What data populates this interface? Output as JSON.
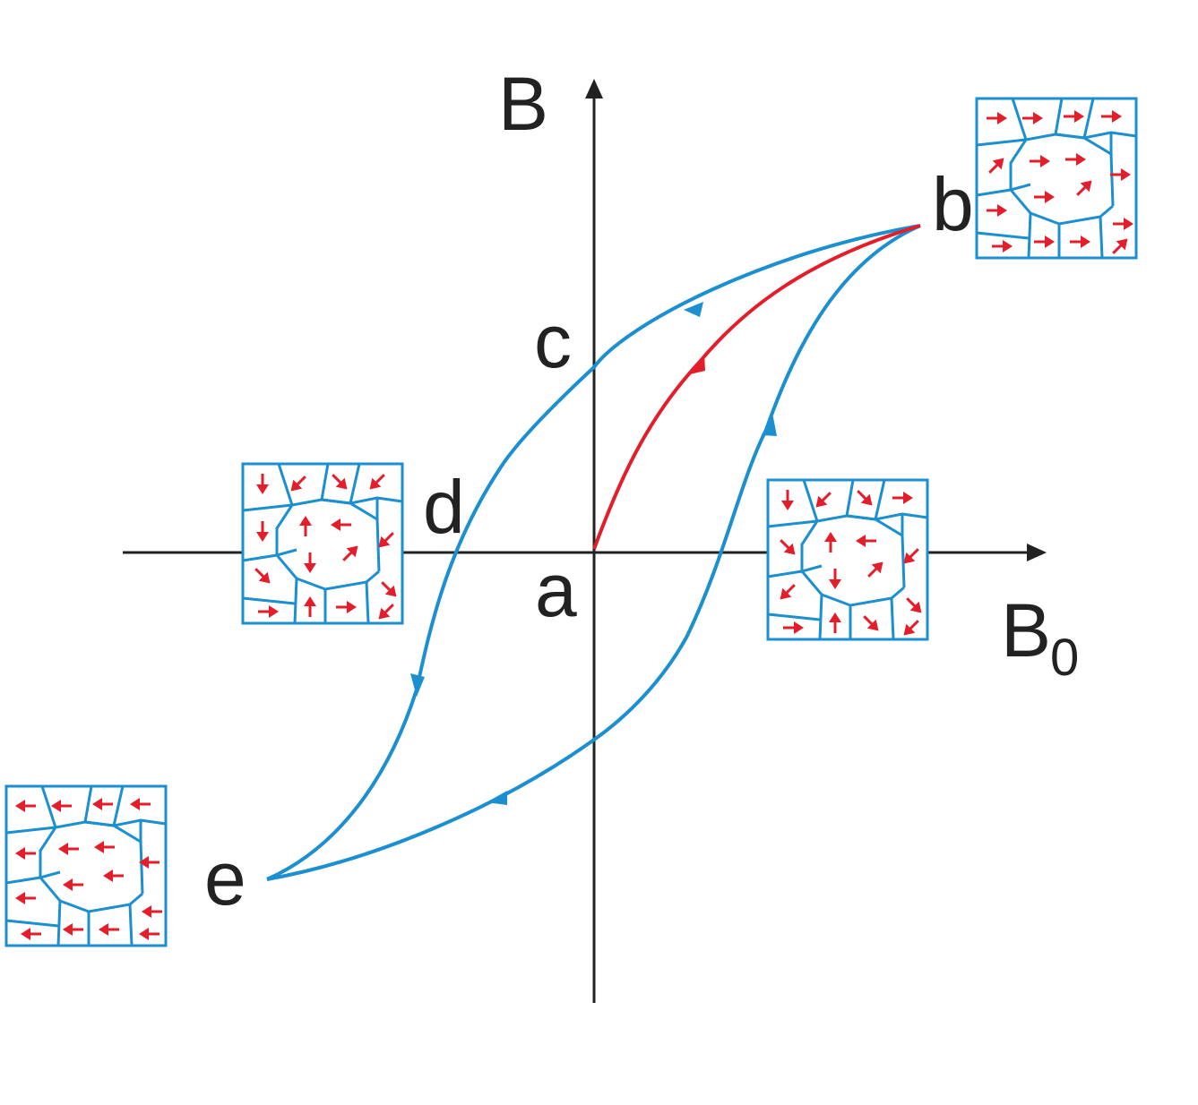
{
  "labels": {
    "y_axis": "B",
    "x_axis_main": "B",
    "x_axis_sub": "0",
    "point_a": "a",
    "point_b": "b",
    "point_c": "c",
    "point_d": "d",
    "point_e": "e"
  },
  "colors": {
    "axis": "#222222",
    "loop": "#1b8fd0",
    "initial_curve": "#e31e2a",
    "domain_border": "#1b8fd0",
    "domain_arrow": "#e31e2a"
  },
  "domain_boxes": [
    {
      "id": "box-b",
      "state": "saturated-positive",
      "arrows": [
        "e",
        "e",
        "e",
        "e",
        "ne",
        "e",
        "e",
        "e",
        "e",
        "e",
        "ne",
        "e",
        "e",
        "e",
        "e",
        "ne"
      ]
    },
    {
      "id": "box-d",
      "state": "demagnetized",
      "arrows": [
        "s",
        "sw",
        "se",
        "sw",
        "s",
        "n",
        "w",
        "sw",
        "se",
        "s",
        "ne",
        "se",
        "e",
        "n",
        "e",
        "sw"
      ]
    },
    {
      "id": "box-right",
      "state": "demagnetized",
      "arrows": [
        "s",
        "sw",
        "se",
        "e",
        "se",
        "n",
        "w",
        "sw",
        "sw",
        "s",
        "ne",
        "se",
        "e",
        "n",
        "se",
        "sw"
      ]
    },
    {
      "id": "box-e",
      "state": "saturated-negative",
      "arrows": [
        "w",
        "w",
        "w",
        "w",
        "w",
        "w",
        "w",
        "w",
        "w",
        "w",
        "w",
        "w",
        "w",
        "w",
        "w",
        "w"
      ]
    }
  ]
}
